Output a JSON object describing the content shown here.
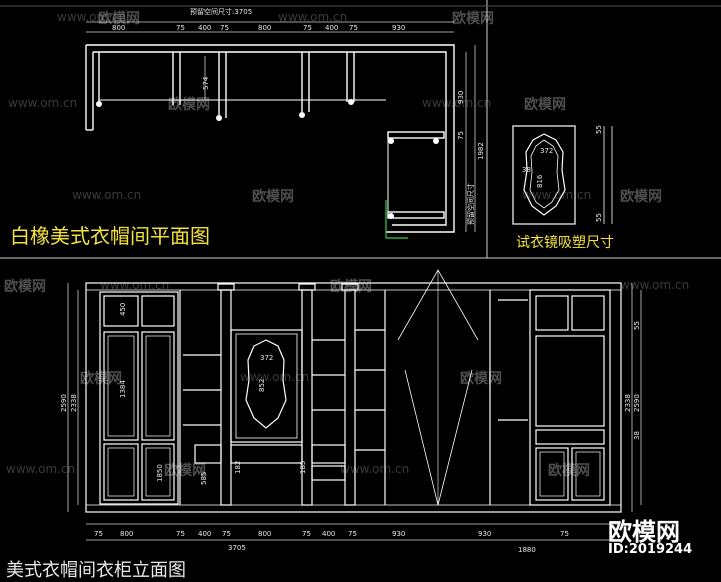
{
  "titles": {
    "plan": "白橡美式衣帽间平面图",
    "mirror": "试衣镜吸塑尺寸",
    "elevation": "美式衣帽间衣柜立面图"
  },
  "plan": {
    "top_label": "预留空间尺寸:3705",
    "top_dims": [
      "800",
      "75",
      "400",
      "75",
      "800",
      "75",
      "400",
      "75",
      "930"
    ],
    "left_dim": "574",
    "right_dims": [
      "930",
      "75",
      "1982"
    ],
    "right_label": "预留空间尺寸"
  },
  "mirror": {
    "dims_in": [
      "372",
      "38",
      "816"
    ],
    "dims_right": [
      "55",
      "55"
    ]
  },
  "elevation": {
    "left_dims": [
      "2590",
      "2338"
    ],
    "inner_left": [
      "450",
      "1384",
      "1850"
    ],
    "center": [
      "372",
      "852"
    ],
    "small": [
      "182",
      "185",
      "585"
    ],
    "right_dims": [
      "2590",
      "2338",
      "38",
      "55"
    ],
    "bottom_dims": [
      "75",
      "800",
      "75",
      "400",
      "75",
      "800",
      "75",
      "400",
      "75",
      "930",
      "930",
      "75"
    ],
    "bottom_total_left": "3705",
    "bottom_total_right": "1880"
  },
  "watermark": {
    "site": "www.om.cn",
    "brand": "欧模网",
    "big_brand": "欧模网",
    "id": "ID:2019244"
  },
  "colors": {
    "background": "#000000",
    "lines": "#ffffff",
    "title_yellow": "#f4e23a",
    "green": "#2fd04a"
  }
}
